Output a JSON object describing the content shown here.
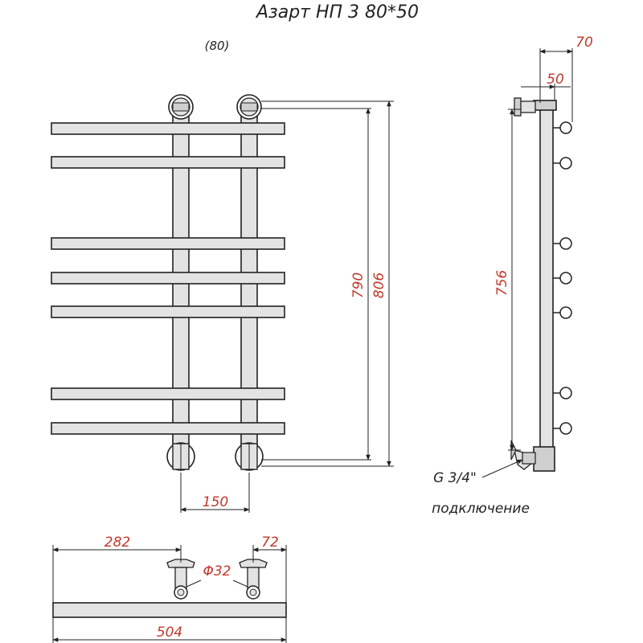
{
  "title": "Азарт НП 3 80*50",
  "subtitle": "(80)",
  "dimensions": {
    "height_outer": "806",
    "height_inner": "790",
    "center_distance": "150",
    "side_depth_total": "70",
    "side_depth_pipe": "50",
    "side_height": "756",
    "top_left_offset": "282",
    "top_right_offset": "72",
    "pipe_diameter": "Φ32",
    "width_total": "504"
  },
  "connection": {
    "thread": "G 3/4\"",
    "label": "подключение"
  },
  "colors": {
    "dimension_text": "#c0392b",
    "outline": "#222222",
    "fill": "#e3e3e3"
  }
}
